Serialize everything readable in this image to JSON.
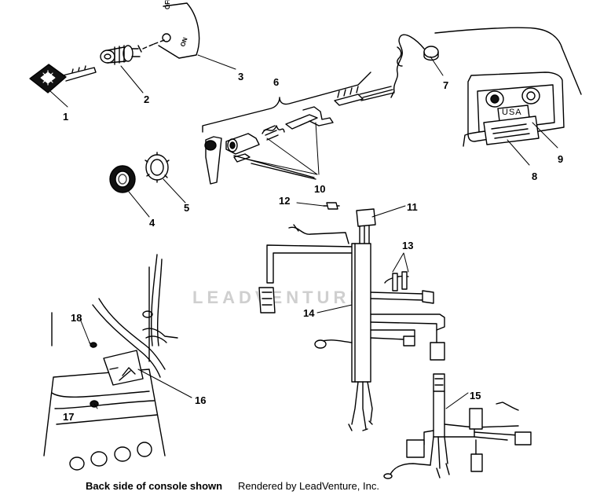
{
  "diagram": {
    "callouts": [
      {
        "id": "1",
        "label": "1"
      },
      {
        "id": "2",
        "label": "2"
      },
      {
        "id": "3",
        "label": "3"
      },
      {
        "id": "4",
        "label": "4"
      },
      {
        "id": "5",
        "label": "5"
      },
      {
        "id": "6",
        "label": "6"
      },
      {
        "id": "7",
        "label": "7"
      },
      {
        "id": "8",
        "label": "8"
      },
      {
        "id": "9",
        "label": "9"
      },
      {
        "id": "10",
        "label": "10"
      },
      {
        "id": "11",
        "label": "11"
      },
      {
        "id": "12",
        "label": "12"
      },
      {
        "id": "13",
        "label": "13"
      },
      {
        "id": "14",
        "label": "14"
      },
      {
        "id": "15",
        "label": "15"
      },
      {
        "id": "16",
        "label": "16"
      },
      {
        "id": "17",
        "label": "17"
      },
      {
        "id": "18",
        "label": "18"
      }
    ],
    "switch_plate": {
      "off_label": "OFF",
      "on_label": "ON"
    },
    "decal": {
      "country_label": "USA"
    },
    "watermark": "LEADVENTURE",
    "caption": {
      "note": "Back side of console shown",
      "credit": "Rendered by LeadVenture, Inc."
    }
  }
}
